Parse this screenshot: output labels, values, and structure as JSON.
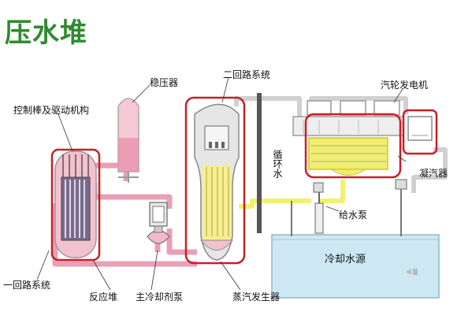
{
  "title": "压水堆",
  "labels": {
    "pressurizer": "稳压器",
    "secondary_loop": "二回路系统",
    "turbine_generator": "汽轮发电机",
    "control_rods": "控制棒及驱动机构",
    "circulating_water": "循环水",
    "condenser": "凝汽器",
    "feed_pump": "给水泵",
    "cooling_water": "冷却水源",
    "primary_loop": "一回路系统",
    "reactor": "反应堆",
    "main_coolant_pump": "主冷却剂泵",
    "steam_generator": "蒸汽发生器"
  },
  "colors": {
    "title": "#2e8b2e",
    "primary_pipe": "#e8a0b4",
    "secondary_pipe": "#d8d8d8",
    "steam_yellow": "#f2f070",
    "highlight_box": "#c8202a",
    "water": "#cde8f2"
  }
}
